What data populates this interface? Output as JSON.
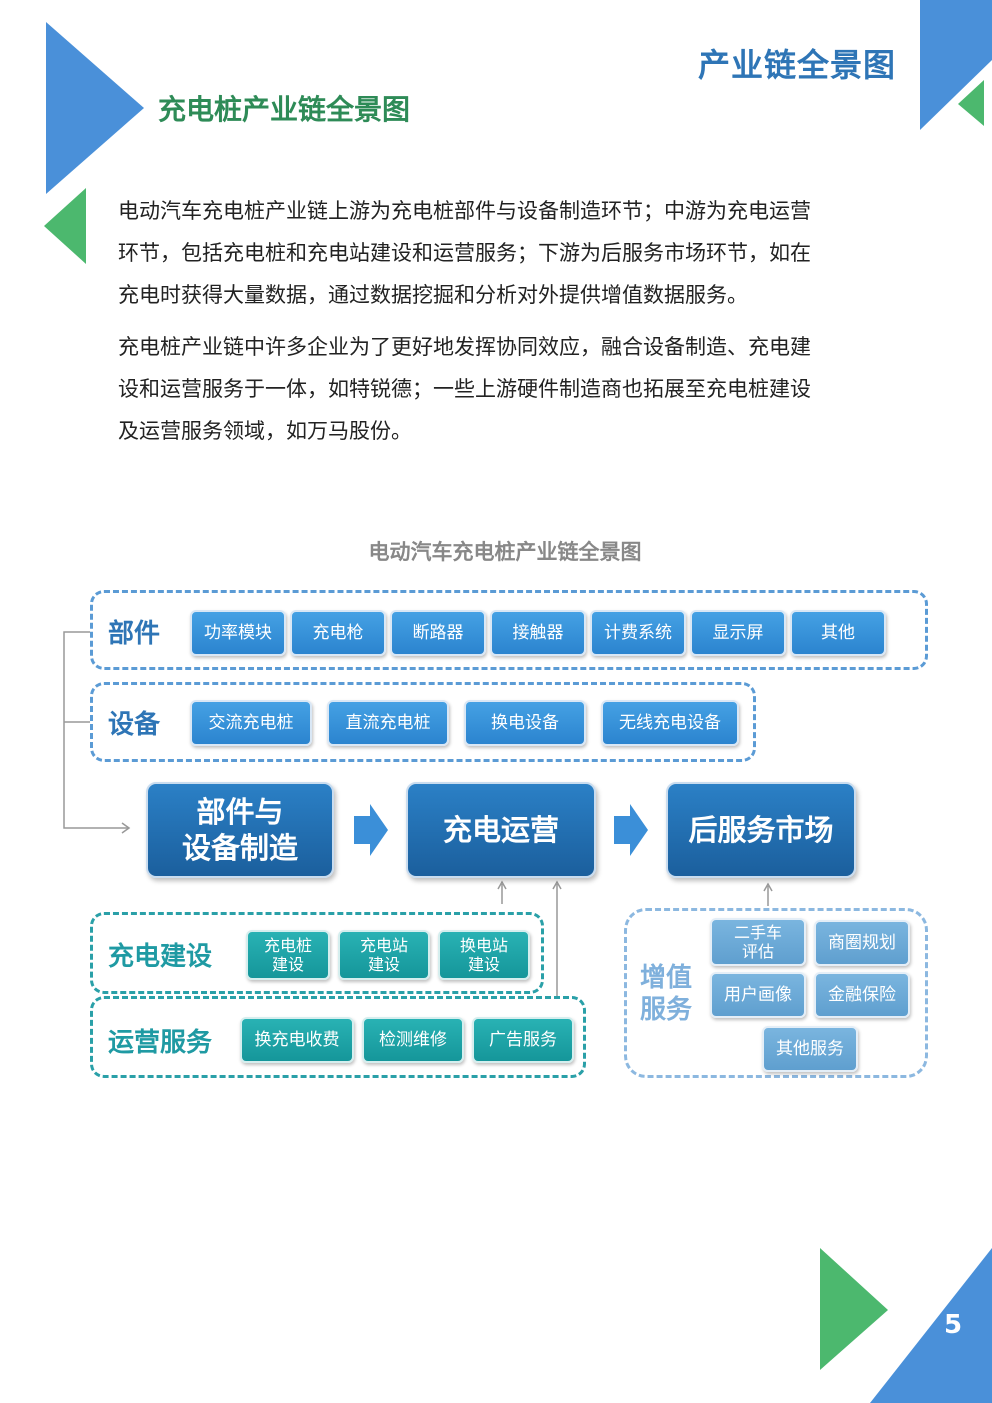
{
  "header": {
    "title": "产业链全景图"
  },
  "section": {
    "title": "充电桩产业链全景图"
  },
  "paragraphs": [
    {
      "lines": [
        "电动汽车充电桩产业链上游为充电桩部件与设备制造环节；中游为充电运营",
        "环节，包括充电桩和充电站建设和运营服务；下游为后服务市场环节，如在",
        "充电时获得大量数据，通过数据挖掘和分析对外提供增值数据服务。"
      ]
    },
    {
      "lines": [
        "充电桩产业链中许多企业为了更好地发挥协同效应，融合设备制造、充电建",
        "设和运营服务于一体，如特锐德；一些上游硬件制造商也拓展至充电桩建设",
        "及运营服务领域，如万马股份。"
      ]
    }
  ],
  "diagram": {
    "title": "电动汽车充电桩产业链全景图",
    "components": {
      "label": "部件",
      "items": [
        "功率模块",
        "充电枪",
        "断路器",
        "接触器",
        "计费系统",
        "显示屏",
        "其他"
      ]
    },
    "equipment": {
      "label": "设备",
      "items": [
        "交流充电桩",
        "直流充电桩",
        "换电设备",
        "无线充电设备"
      ]
    },
    "stages": {
      "upstream": [
        "部件与",
        "设备制造"
      ],
      "midstream": "充电运营",
      "downstream": "后服务市场"
    },
    "construction": {
      "label": "充电建设",
      "items": [
        [
          "充电桩",
          "建设"
        ],
        [
          "充电站",
          "建设"
        ],
        [
          "换电站",
          "建设"
        ]
      ]
    },
    "operation": {
      "label": "运营服务",
      "items": [
        "换充电收费",
        "检测维修",
        "广告服务"
      ]
    },
    "value_added": {
      "label": [
        "增值",
        "服务"
      ],
      "items": [
        [
          "二手车",
          "评估"
        ],
        [
          "商圈规划"
        ],
        [
          "用户画像"
        ],
        [
          "金融保险"
        ],
        [
          "其他服务"
        ]
      ]
    }
  },
  "page": {
    "number": "5"
  },
  "colors": {
    "blue": "#2e75b6",
    "deco_blue": "#4a90d9",
    "green": "#4cb86e",
    "teal": "#1f9aa3"
  }
}
